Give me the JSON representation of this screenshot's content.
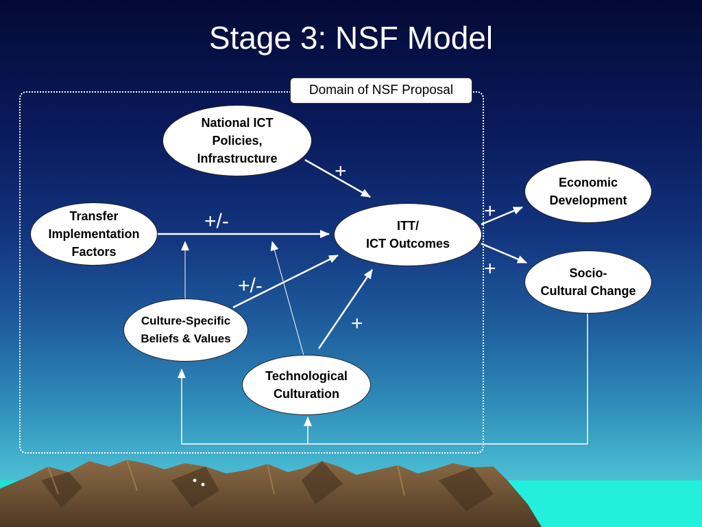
{
  "slide": {
    "title": "Stage 3: NSF Model",
    "domain_label": "Domain of NSF Proposal"
  },
  "nodes": {
    "national_ict": [
      "National ICT",
      "Policies,",
      "Infrastructure"
    ],
    "transfer": [
      "Transfer",
      "Implementation",
      "Factors"
    ],
    "itt": [
      "ITT/",
      "ICT Outcomes"
    ],
    "culture": [
      "Culture-Specific",
      "Beliefs & Values"
    ],
    "tech": [
      "Technological",
      "Culturation"
    ],
    "economic": [
      "Economic",
      "Development"
    ],
    "socio": [
      "Socio-",
      "Cultural Change"
    ]
  },
  "signs": {
    "national_to_itt": "+",
    "transfer_to_itt": "+/-",
    "culture_to_itt": "+/-",
    "tech_to_itt": "+",
    "itt_to_economic": "+",
    "itt_to_socio": "+"
  },
  "colors": {
    "sky_top": "#040a36",
    "sky_bottom": "#5fd0dc",
    "mountain": "#6b5238",
    "sea": "#19e6d2",
    "node_fill": "#ffffff",
    "arrow": "#ffffff"
  }
}
